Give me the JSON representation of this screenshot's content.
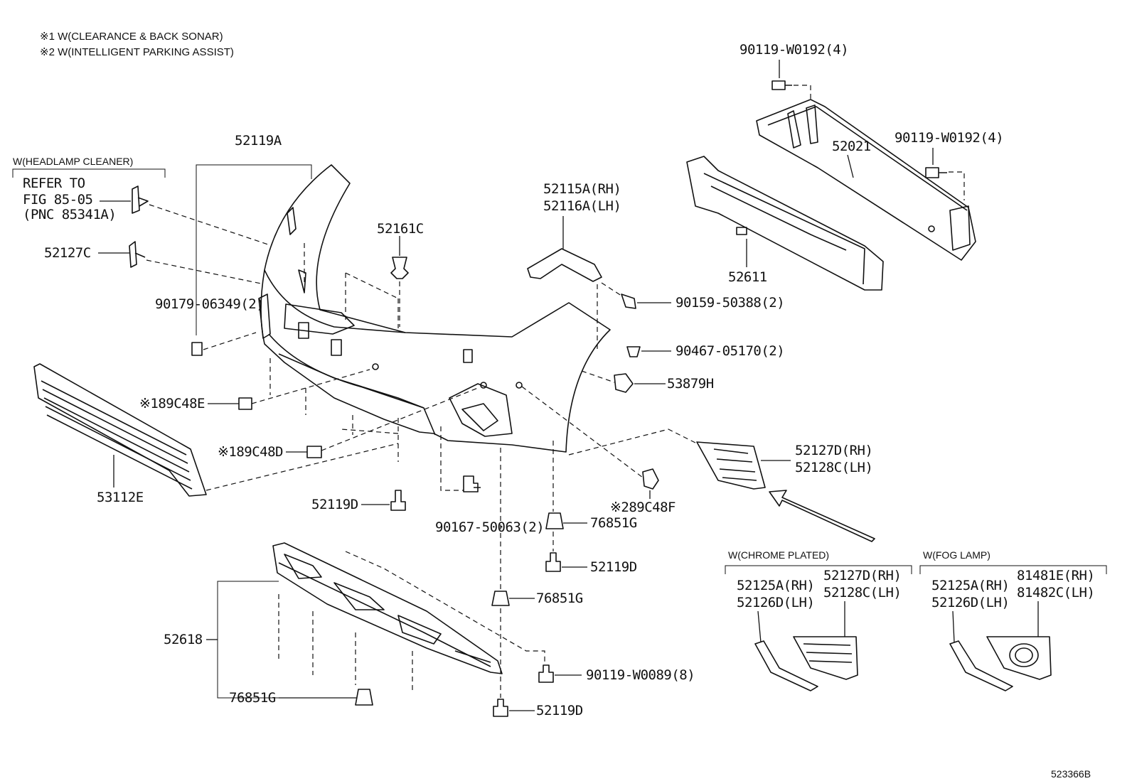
{
  "notes": {
    "note1": "※1 W(CLEARANCE & BACK SONAR)",
    "note2": "※2 W(INTELLIGENT PARKING ASSIST)"
  },
  "groups": {
    "headlamp_cleaner": "W(HEADLAMP CLEANER)",
    "chrome_plated": "W(CHROME PLATED)",
    "fog_lamp": "W(FOG LAMP)"
  },
  "refer": {
    "line1": "REFER TO",
    "line2": "FIG 85-05",
    "line3": "(PNC 85341A)"
  },
  "labels": {
    "p52119A": "52119A",
    "p52127C": "52127C",
    "p90179": "90179-06349(2)",
    "p52161C": "52161C",
    "p52115A": "52115A(RH)",
    "p52116A": "52116A(LH)",
    "p90119_top": "90119-W0192(4)",
    "p52021": "52021",
    "p90119_right": "90119-W0192(4)",
    "p52611": "52611",
    "p90159": "90159-50388(2)",
    "p90467": "90467-05170(2)",
    "p53879H": "53879H",
    "p189C48E": "※189C48E",
    "p189C48D": "※189C48D",
    "p53112E": "53112E",
    "p52119D_a": "52119D",
    "p90167": "90167-50063(2)",
    "p289C48F": "※289C48F",
    "p76851G_a": "76851G",
    "p52119D_b": "52119D",
    "p76851G_b": "76851G",
    "p52618": "52618",
    "p90119_w0089": "90119-W0089(8)",
    "p76851G_c": "76851G",
    "p52119D_c": "52119D",
    "p52127D_main": "52127D(RH)",
    "p52128C_main": "52128C(LH)",
    "chrome_52125A": "52125A(RH)",
    "chrome_52126D": "52126D(LH)",
    "chrome_52127D": "52127D(RH)",
    "chrome_52128C": "52128C(LH)",
    "fog_52125A": "52125A(RH)",
    "fog_52126D": "52126D(LH)",
    "fog_81481E": "81481E(RH)",
    "fog_81482C": "81482C(LH)"
  },
  "figure_id": "523366B"
}
